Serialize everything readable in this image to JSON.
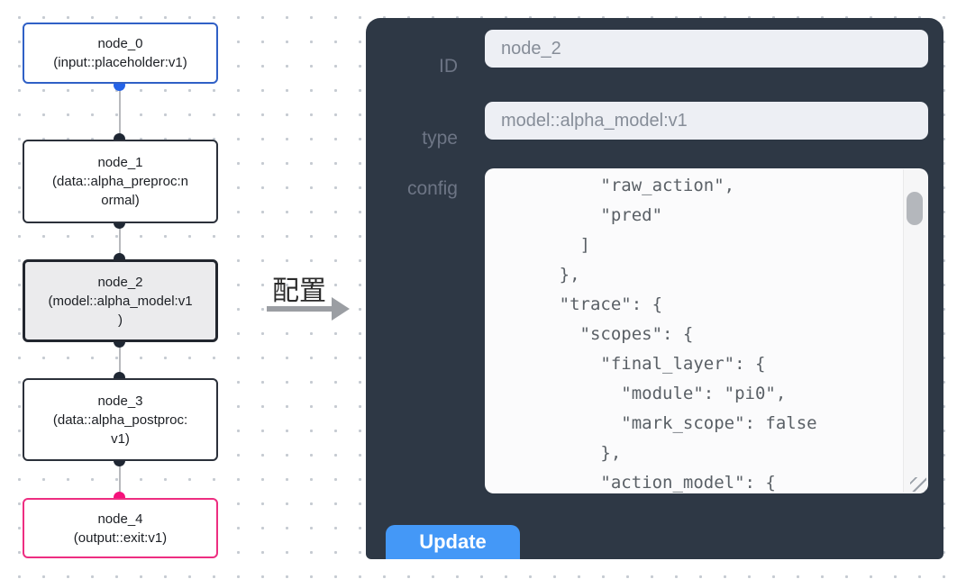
{
  "graph": {
    "nodes": [
      {
        "id": "node_0",
        "lines": [
          "node_0",
          "(input::placeholder:v1)"
        ],
        "variant": "input"
      },
      {
        "id": "node_1",
        "lines": [
          "node_1",
          "(data::alpha_preproc:n",
          "ormal)"
        ],
        "variant": "default"
      },
      {
        "id": "node_2",
        "lines": [
          "node_2",
          "(model::alpha_model:v1",
          ")"
        ],
        "variant": "selected"
      },
      {
        "id": "node_3",
        "lines": [
          "node_3",
          "(data::alpha_postproc:",
          "v1)"
        ],
        "variant": "default"
      },
      {
        "id": "node_4",
        "lines": [
          "node_4",
          "(output::exit:v1)"
        ],
        "variant": "output"
      }
    ]
  },
  "transfer_arrow": {
    "label": "配置"
  },
  "config_panel": {
    "fields": [
      {
        "label": "ID",
        "value": "node_2"
      },
      {
        "label": "type",
        "value": "model::alpha_model:v1"
      }
    ],
    "config_label": "config",
    "config_lines": [
      "          \"raw_action\",",
      "          \"pred\"",
      "        ]",
      "      },",
      "      \"trace\": {",
      "        \"scopes\": {",
      "          \"final_layer\": {",
      "            \"module\": \"pi0\",",
      "            \"mark_scope\": false",
      "          },",
      "          \"action_model\": {"
    ],
    "update_button": "Update"
  },
  "colors": {
    "panel_bg": "#2e3845",
    "button_blue": "#4498f7",
    "input_node_border": "#3060c6",
    "output_node_border": "#ed2e81",
    "selected_node_bg": "#ebebed",
    "handle_dark": "#1f2733",
    "handle_blue": "#2563e8",
    "handle_pink": "#f5117b"
  }
}
